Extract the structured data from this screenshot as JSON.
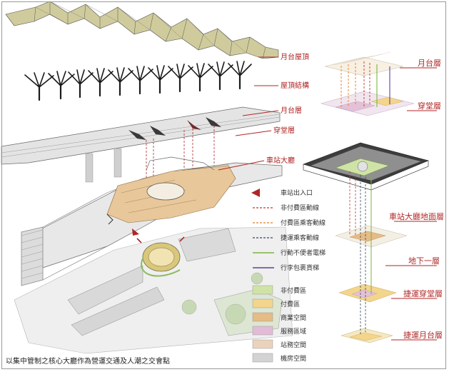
{
  "left_labels": [
    {
      "text": "月台屋頂"
    },
    {
      "text": "屋頂結構"
    },
    {
      "text": "月台層"
    },
    {
      "text": "穿堂層"
    },
    {
      "text": "車站大廳"
    }
  ],
  "right_labels": [
    {
      "text": "月台層"
    },
    {
      "text": "穿堂層"
    },
    {
      "text": "車站大廳地面層"
    },
    {
      "text": "地下一層"
    },
    {
      "text": "捷運穿堂層"
    },
    {
      "text": "捷運月台層"
    }
  ],
  "legend_lines": [
    {
      "label": "車站出入口",
      "color": "#b02626",
      "kind": "arrow"
    },
    {
      "label": "非付費區動線",
      "color": "#c0392b",
      "kind": "dash"
    },
    {
      "label": "付費區乘客動線",
      "color": "#e67e22",
      "kind": "dash"
    },
    {
      "label": "捷運乘客動線",
      "color": "#34495e",
      "kind": "dash"
    },
    {
      "label": "行動不便者電梯",
      "color": "#7cb342",
      "kind": "solid"
    },
    {
      "label": "行李包裹貨梯",
      "color": "#5e3f9e",
      "kind": "solid"
    }
  ],
  "legend_areas": [
    {
      "label": "非付費區",
      "color": "#cfe3a6"
    },
    {
      "label": "付費區",
      "color": "#f3d58c"
    },
    {
      "label": "商業空間",
      "color": "#e6bb86"
    },
    {
      "label": "服務區域",
      "color": "#e2bcd6"
    },
    {
      "label": "站務空間",
      "color": "#ead3bd"
    },
    {
      "label": "機房空間",
      "color": "#d3d3d3"
    }
  ],
  "caption": "以集中管制之核心大廳作為營運交通及人潮之交會點",
  "colors": {
    "label_red": "#b02626",
    "roof": "#c9c596",
    "line": "#333333"
  }
}
